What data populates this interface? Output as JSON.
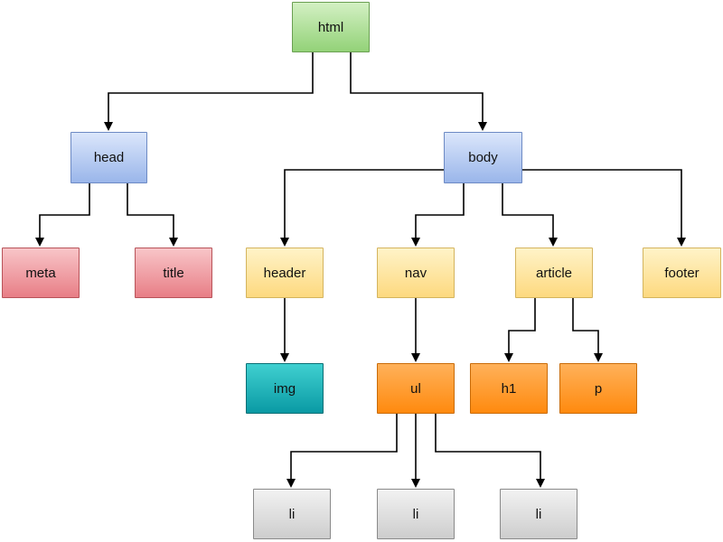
{
  "nodes": {
    "html": "html",
    "head": "head",
    "body": "body",
    "meta": "meta",
    "title": "title",
    "header": "header",
    "nav": "nav",
    "article": "article",
    "footer": "footer",
    "img": "img",
    "ul": "ul",
    "h1": "h1",
    "p": "p",
    "li1": "li",
    "li2": "li",
    "li3": "li"
  },
  "colors": {
    "green": "#93d278",
    "blue": "#9ab6ea",
    "red": "#e87e86",
    "yellow": "#fdd97f",
    "teal": "#0a9aa4",
    "orange": "#ff8a0e",
    "gray": "#cdcdcd",
    "connector": "#000000"
  }
}
